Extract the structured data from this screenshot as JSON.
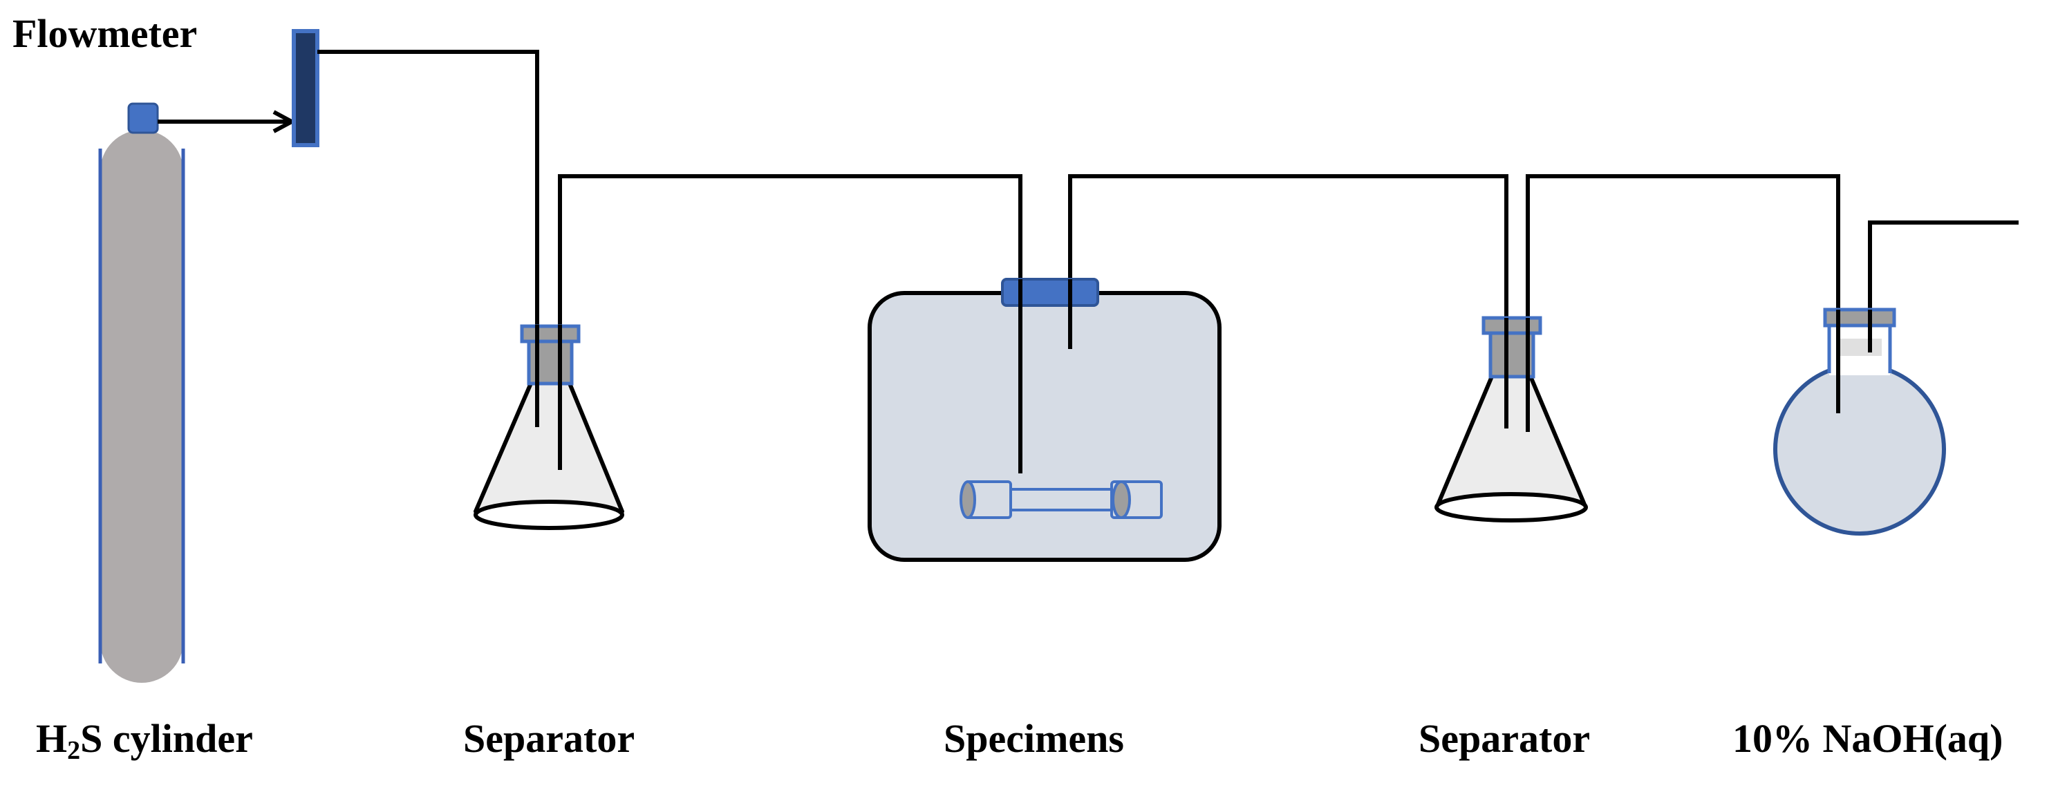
{
  "labels": {
    "flowmeter": "Flowmeter",
    "cylinder_prefix": "H",
    "cylinder_sub": "2",
    "cylinder_suffix": "S cylinder",
    "separator_1": "Separator",
    "specimens": "Specimens",
    "separator_2": "Separator",
    "naoh": "10% NaOH(aq)"
  },
  "colors": {
    "pipe": "#000000",
    "cylinder_body": "#afabab",
    "cylinder_edge": "#3a5fb5",
    "valve_blue": "#4472c4",
    "valve_edge": "#2f5597",
    "flowmeter_fill": "#1f3864",
    "flask_fill": "#ececec",
    "stopper_gray": "#9e9e9e",
    "chamber_fill": "#d6dce5",
    "naoh_fill": "#d6dce5"
  }
}
